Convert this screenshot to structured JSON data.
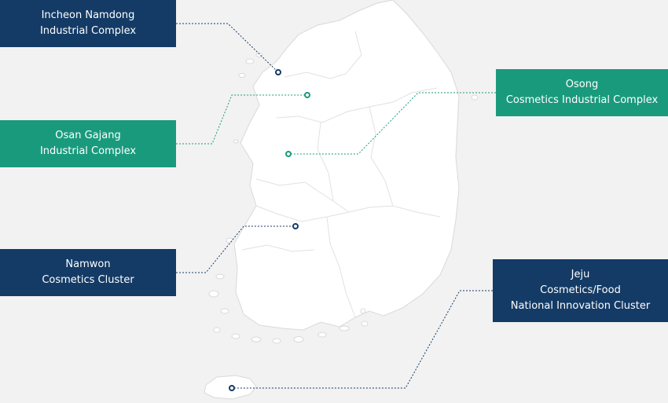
{
  "colors": {
    "navy": "#143b66",
    "teal": "#1a9a7d",
    "map_fill": "#ffffff",
    "map_stroke": "#d9d9d9",
    "background": "#f2f2f2"
  },
  "locations": [
    {
      "id": "incheon",
      "lines": [
        "Incheon Namdong",
        "Industrial Complex"
      ],
      "color": "navy"
    },
    {
      "id": "osan",
      "lines": [
        "Osan Gajang",
        "Industrial Complex"
      ],
      "color": "teal"
    },
    {
      "id": "osong",
      "lines": [
        "Osong",
        "Cosmetics Industrial Complex"
      ],
      "color": "teal"
    },
    {
      "id": "namwon",
      "lines": [
        "Namwon",
        "Cosmetics Cluster"
      ],
      "color": "navy"
    },
    {
      "id": "jeju",
      "lines": [
        "Jeju",
        "Cosmetics/Food",
        "National Innovation Cluster"
      ],
      "color": "navy"
    }
  ]
}
